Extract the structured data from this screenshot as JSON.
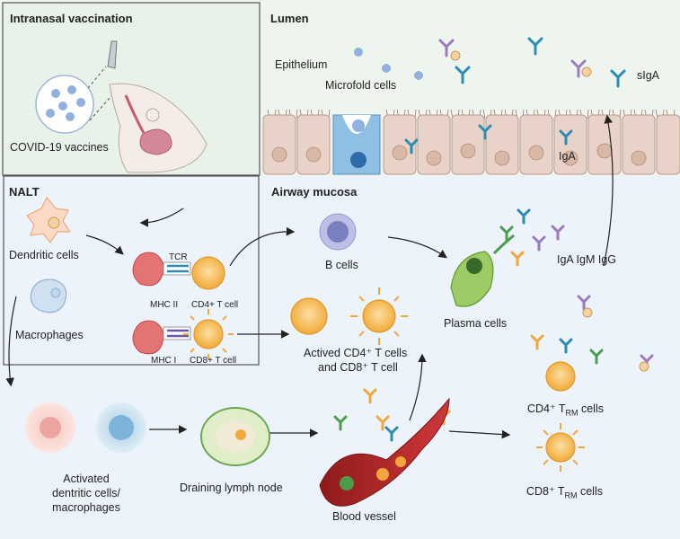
{
  "panels": {
    "intranasal": "Intranasal vaccination",
    "lumen": "Lumen",
    "nalt": "NALT",
    "airway": "Airway mucosa"
  },
  "labels": {
    "covid_vaccines": "COVID-19 vaccines",
    "epithelium": "Epithelium",
    "microfold": "Microfold cells",
    "siga": "sIgA",
    "iga": "IgA",
    "dendritic": "Dendritic cells",
    "macrophages": "Macrophages",
    "tcr": "TCR",
    "mhc2": "MHC II",
    "cd4": "CD4+ T cell",
    "mhc1": "MHC I",
    "cd8": "CD8+ T cell",
    "bcells": "B cells",
    "plasma": "Plasma cells",
    "igs": "IgA IgM IgG",
    "actived_1": "Actived CD4⁺ T cells",
    "actived_2": "and CD8⁺ T cell",
    "cd4_trm": "CD4⁺ T",
    "cd4_trm_sub": "RM",
    "cd4_trm_end": " cells",
    "cd8_trm": "CD8⁺ T",
    "cd8_trm_sub": "RM",
    "cd8_trm_end": " cells",
    "activated_1": "Activated",
    "activated_2": "dentritic cells/",
    "activated_3": "macrophages",
    "lymph": "Draining lymph node",
    "blood": "Blood vessel"
  },
  "colors": {
    "lumen_bg": "#eef5ee",
    "mucosa_bg": "#edf3fb",
    "epithelial_cell": "#e9d3c8",
    "antibody_blue": "#2a8bb5",
    "antibody_purple": "#9a7bc0",
    "t_cell_orange": "#f3b13b"
  }
}
